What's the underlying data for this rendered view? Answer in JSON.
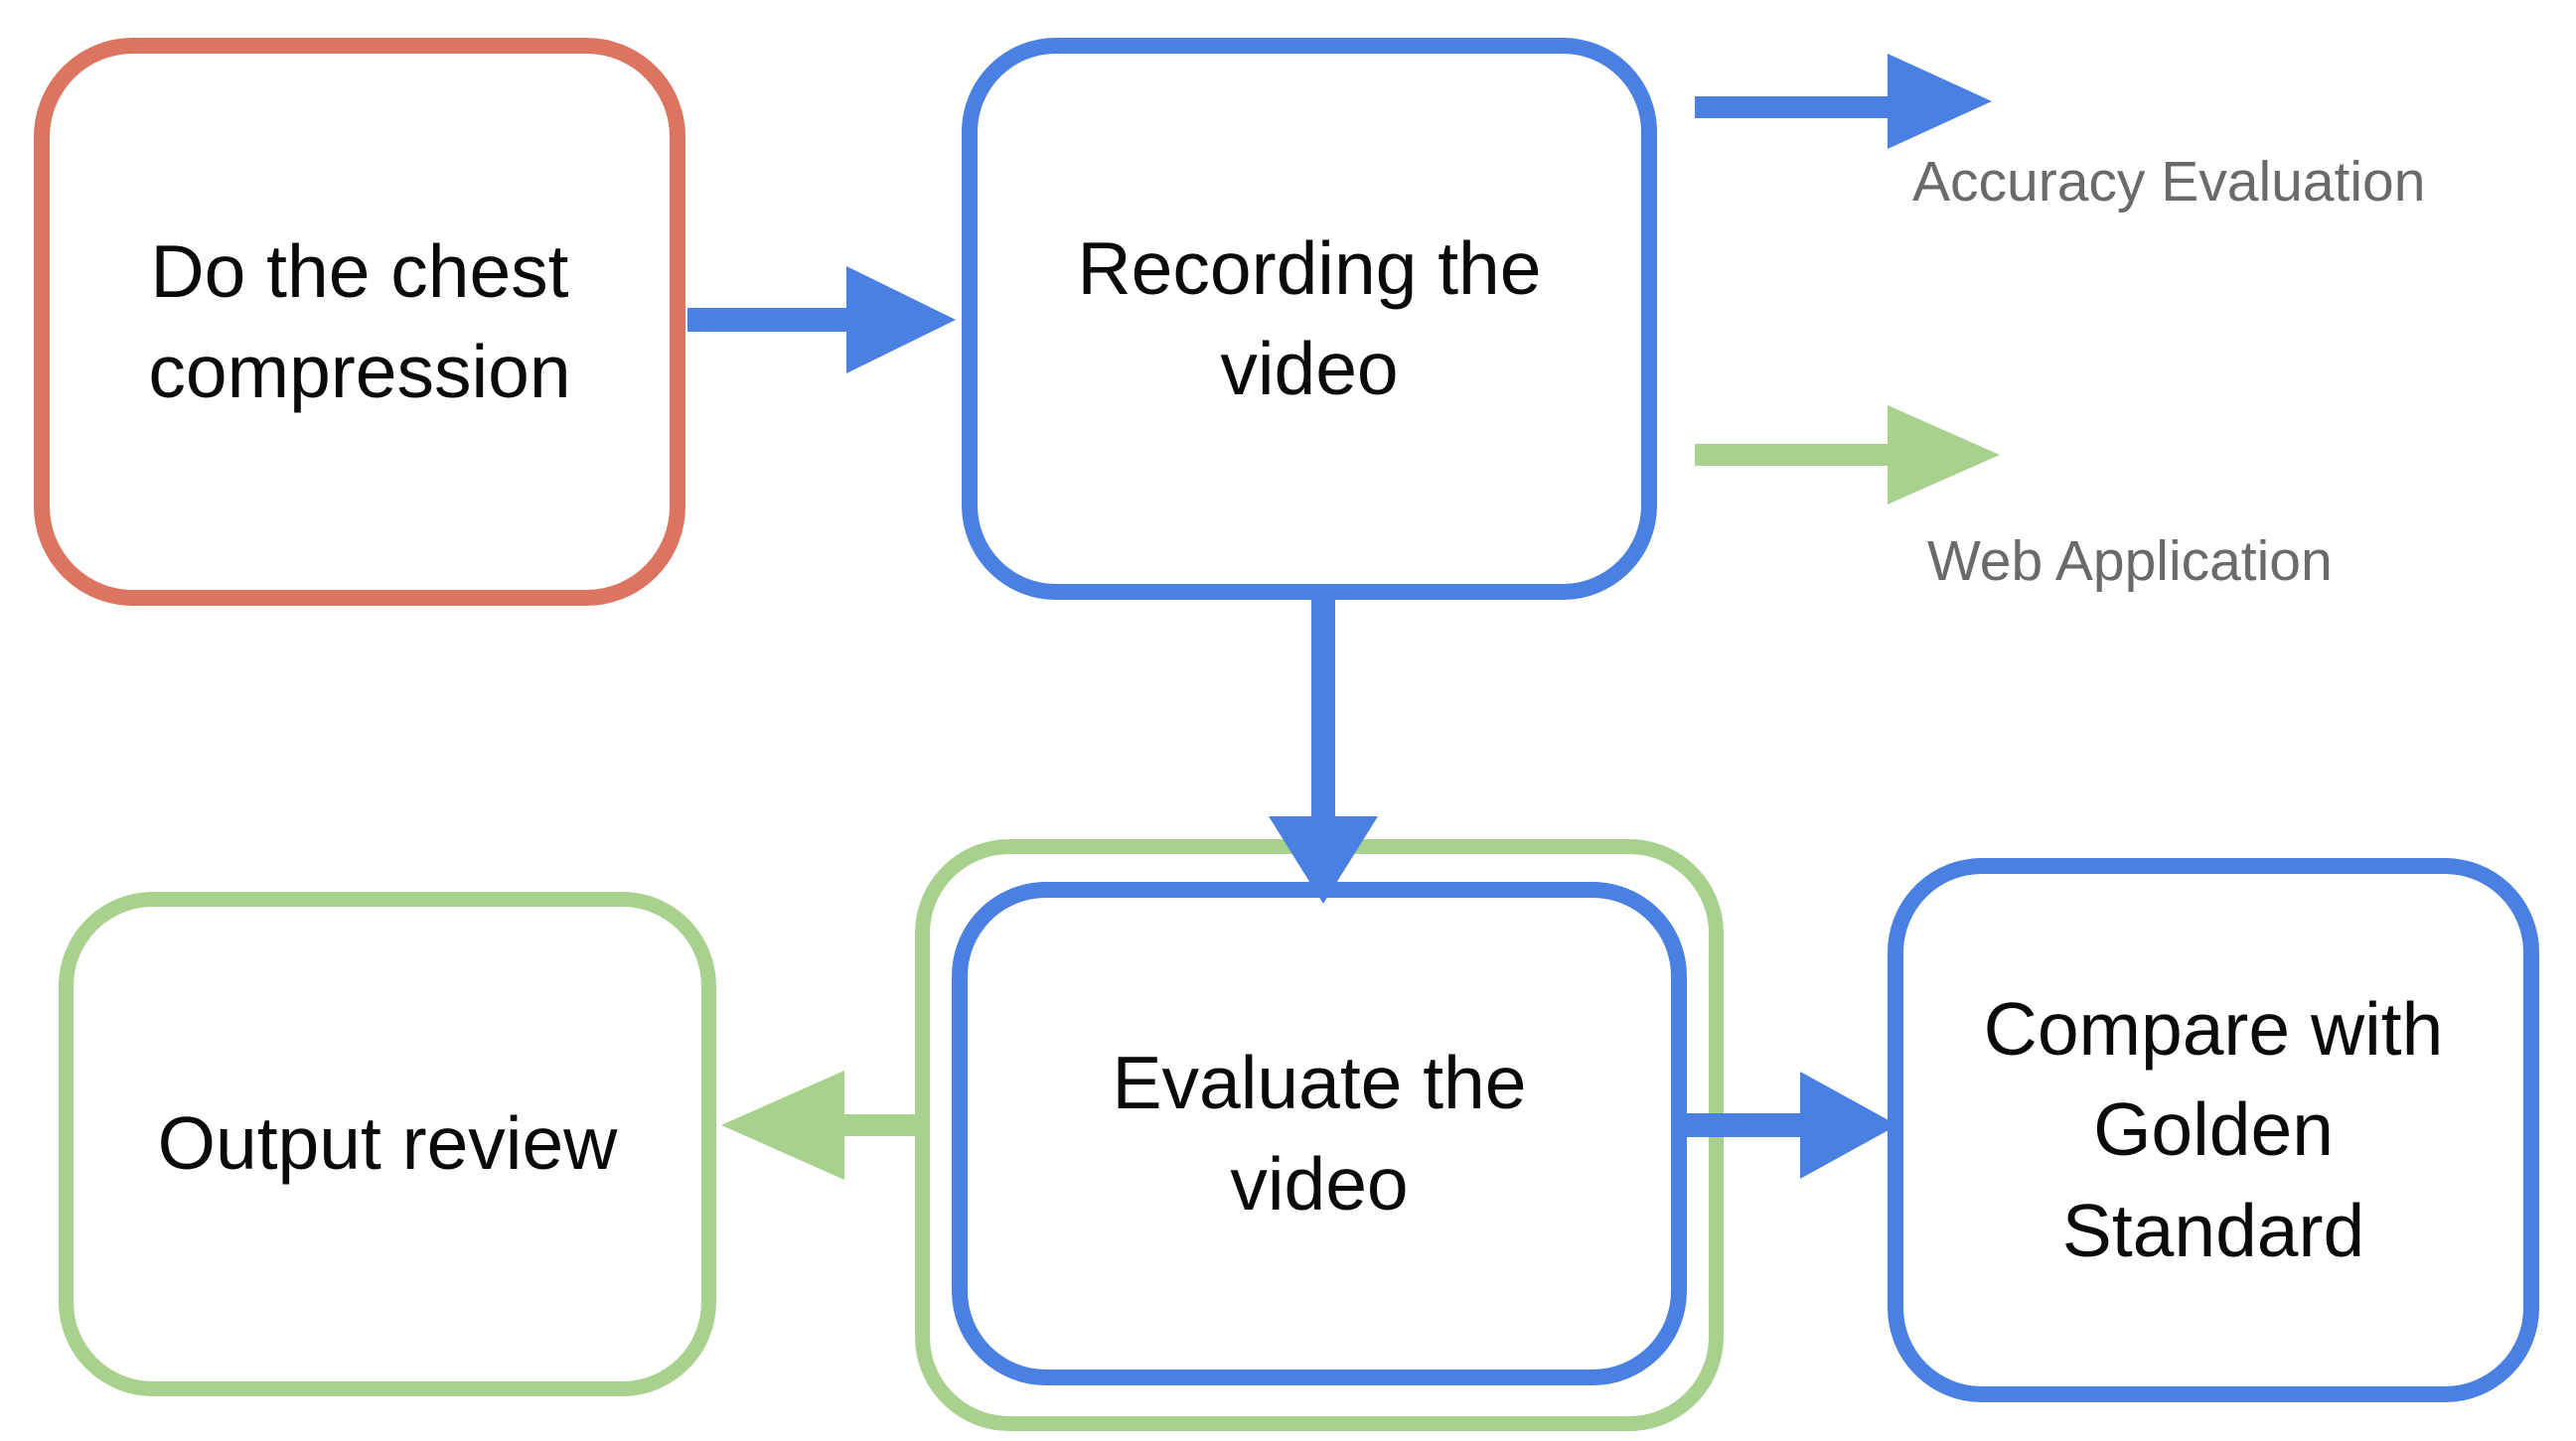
{
  "colors": {
    "blue": "#4a80e1",
    "red": "#dc7560",
    "green": "#a9d18e",
    "gray_text": "#6a6a6a",
    "black_text": "#0a0a0a",
    "background": "#ffffff"
  },
  "nodes": {
    "do_chest_compression": {
      "label": "Do the chest compression",
      "border_color": "red"
    },
    "recording_video": {
      "label": "Recording the video",
      "border_color": "blue"
    },
    "evaluate_video": {
      "label": "Evaluate the video",
      "border_color": "blue",
      "outer_border_color": "green"
    },
    "output_review": {
      "label": "Output review",
      "border_color": "green"
    },
    "compare_golden": {
      "label": "Compare with Golden Standard",
      "border_color": "blue"
    }
  },
  "edges": [
    {
      "from": "do_chest_compression",
      "to": "recording_video",
      "color": "blue",
      "direction": "right"
    },
    {
      "from": "recording_video",
      "to": "evaluate_video",
      "color": "blue",
      "direction": "down"
    },
    {
      "from": "evaluate_video",
      "to": "output_review",
      "color": "green",
      "direction": "left"
    },
    {
      "from": "evaluate_video",
      "to": "compare_golden",
      "color": "blue",
      "direction": "right"
    }
  ],
  "legend": {
    "items": [
      {
        "arrow_color": "blue",
        "label": "Accuracy Evaluation"
      },
      {
        "arrow_color": "green",
        "label": "Web Application"
      }
    ]
  }
}
